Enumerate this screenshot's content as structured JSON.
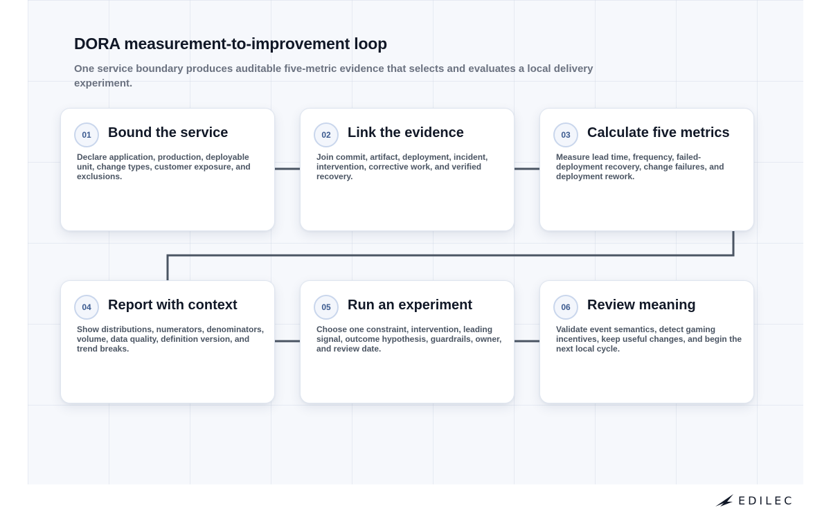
{
  "header": {
    "title": "DORA measurement-to-improvement loop",
    "subtitle": "One service boundary produces auditable five-metric evidence that selects and evaluates a local delivery experiment."
  },
  "steps": [
    {
      "number": "01",
      "title": "Bound the service",
      "description": "Declare application, production, deployable unit, change types, customer exposure, and exclusions."
    },
    {
      "number": "02",
      "title": "Link the evidence",
      "description": "Join commit, artifact, deployment, incident, intervention, corrective work, and verified recovery."
    },
    {
      "number": "03",
      "title": "Calculate five metrics",
      "description": "Measure lead time, frequency, failed-deployment recovery, change failures, and deployment rework."
    },
    {
      "number": "04",
      "title": "Report with context",
      "description": "Show distributions, numerators, denominators, volume, data quality, definition version, and trend breaks."
    },
    {
      "number": "05",
      "title": "Run an experiment",
      "description": "Choose one constraint, intervention, leading signal, outcome hypothesis, guardrails, owner, and review date."
    },
    {
      "number": "06",
      "title": "Review meaning",
      "description": "Validate event semantics, detect gaming incentives, keep useful changes, and begin the next local cycle."
    }
  ],
  "brand": {
    "name": "EDILEC",
    "icon": "edilec-logo-icon"
  },
  "colors": {
    "connector": "#4b5563",
    "badge_text": "#3b5a8f",
    "badge_border": "#c9d6ec"
  }
}
